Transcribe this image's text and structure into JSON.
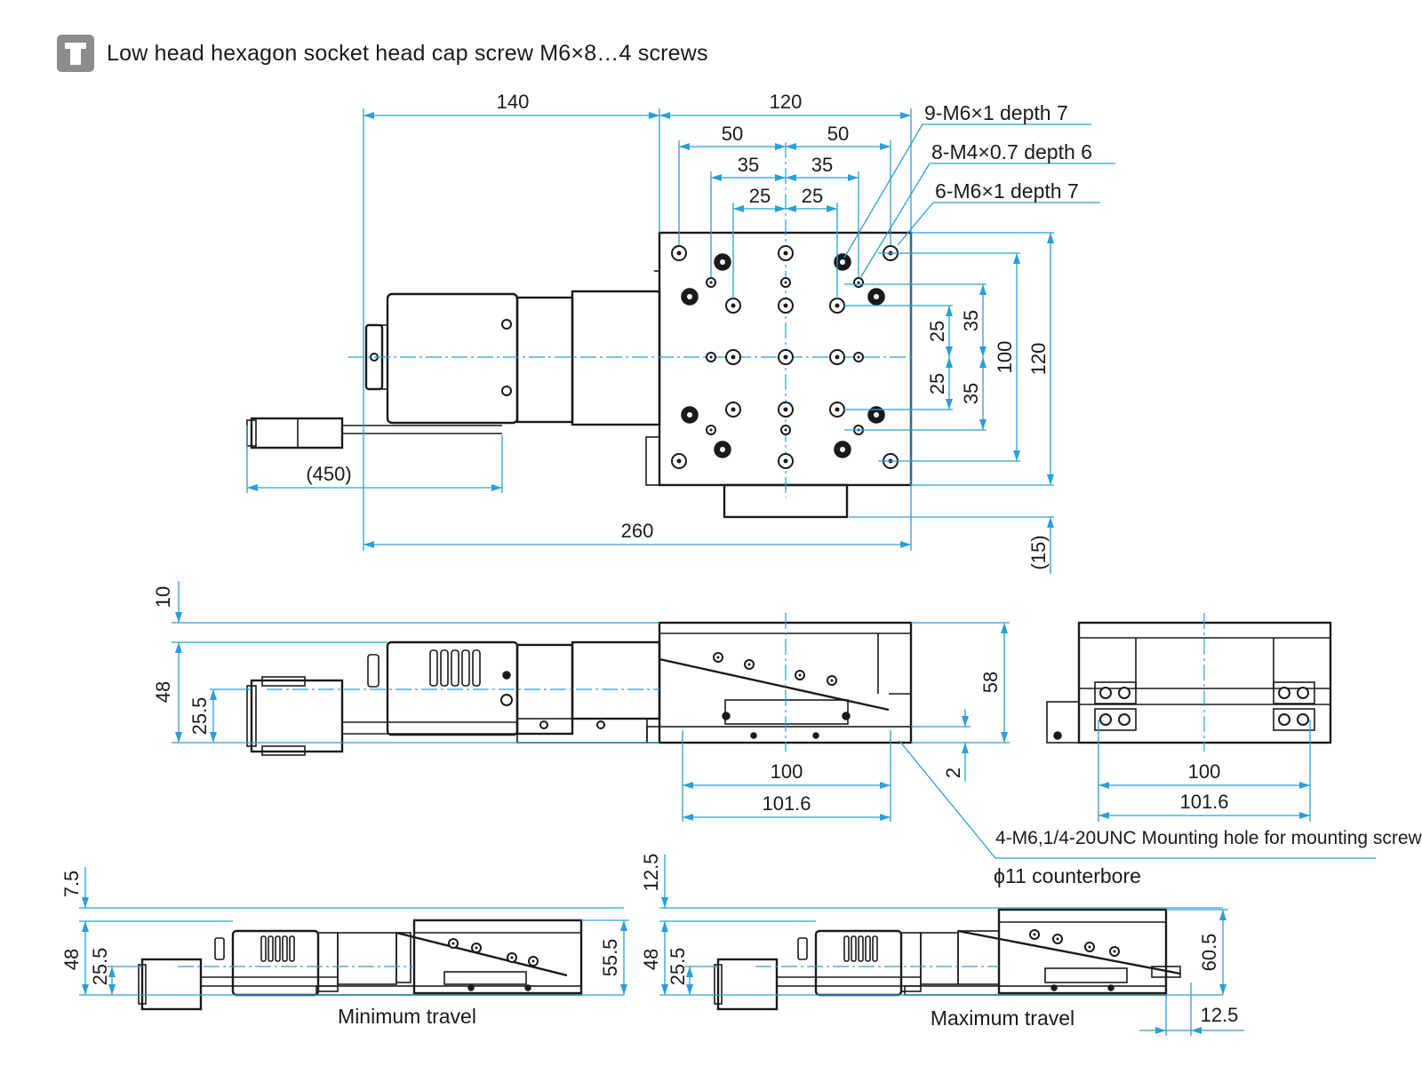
{
  "header": {
    "icon": "screw-type-icon",
    "text": "Low head hexagon socket head cap screw M6×8…4 screws"
  },
  "top_view": {
    "dims": {
      "d140": "140",
      "d120_top": "120",
      "d50_left": "50",
      "d50_right": "50",
      "d35_left": "35",
      "d35_right": "35",
      "d25_left": "25",
      "d25_right": "25",
      "d450": "(450)",
      "d260": "260",
      "v25_top": "25",
      "v25_bot": "25",
      "v35_top": "35",
      "v35_bot": "35",
      "v100": "100",
      "v120": "120",
      "v15": "(15)"
    },
    "callouts": {
      "m6_9": "9-M6×1 depth 7",
      "m4_8": "8-M4×0.7 depth 6",
      "m6_6": "6-M6×1 depth 7"
    }
  },
  "side_view": {
    "dims": {
      "v10": "10",
      "v48": "48",
      "v25_5": "25.5",
      "v58": "58",
      "v2": "2",
      "d100": "100",
      "d101_6": "101.6"
    },
    "mount_note": "4-M6,1/4-20UNC Mounting hole for mounting screw",
    "counterbore": "ϕ11 counterbore"
  },
  "end_view": {
    "dims": {
      "d100": "100",
      "d101_6": "101.6"
    }
  },
  "min_travel": {
    "caption": "Minimum travel",
    "dims": {
      "v7_5": "7.5",
      "v48": "48",
      "v25_5": "25.5",
      "v55_5": "55.5"
    }
  },
  "max_travel": {
    "caption": "Maximum travel",
    "dims": {
      "v12_5": "12.5",
      "v48": "48",
      "v25_5": "25.5",
      "v60_5": "60.5",
      "h12_5": "12.5"
    }
  }
}
